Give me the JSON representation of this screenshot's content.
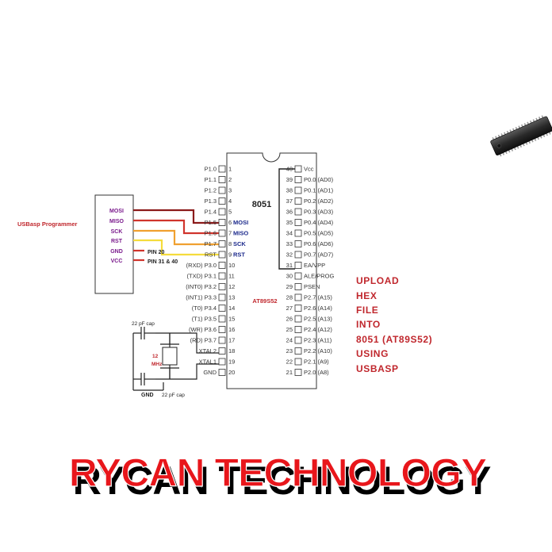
{
  "programmer": {
    "label": "USBasp Programmer",
    "signals": [
      "MOSI",
      "MISO",
      "SCK",
      "RST",
      "GND",
      "VCC"
    ],
    "pin20": "PIN 20",
    "pin31_40": "PIN 31 & 40"
  },
  "chip": {
    "name": "8051",
    "model": "AT89S52",
    "left_pins": [
      {
        "num": "1",
        "label": "P1.0",
        "alt": ""
      },
      {
        "num": "2",
        "label": "P1.1",
        "alt": ""
      },
      {
        "num": "3",
        "label": "P1.2",
        "alt": ""
      },
      {
        "num": "4",
        "label": "P1.3",
        "alt": ""
      },
      {
        "num": "5",
        "label": "P1.4",
        "alt": ""
      },
      {
        "num": "6",
        "label": "P1.5",
        "alt": "MOSI"
      },
      {
        "num": "7",
        "label": "P1.6",
        "alt": "MISO"
      },
      {
        "num": "8",
        "label": "P1.7",
        "alt": "SCK"
      },
      {
        "num": "9",
        "label": "RST",
        "alt": "RST"
      },
      {
        "num": "10",
        "label": "(RXD) P3.0",
        "alt": ""
      },
      {
        "num": "11",
        "label": "(TXD) P3.1",
        "alt": ""
      },
      {
        "num": "12",
        "label": "(INT0) P3.2",
        "alt": ""
      },
      {
        "num": "13",
        "label": "(INT1) P3.3",
        "alt": ""
      },
      {
        "num": "14",
        "label": "(T0) P3.4",
        "alt": ""
      },
      {
        "num": "15",
        "label": "(T1) P3.5",
        "alt": ""
      },
      {
        "num": "16",
        "label": "(WR) P3.6",
        "alt": ""
      },
      {
        "num": "17",
        "label": "(RD) P3.7",
        "alt": ""
      },
      {
        "num": "18",
        "label": "XTAL2",
        "alt": ""
      },
      {
        "num": "19",
        "label": "XTAL1",
        "alt": ""
      },
      {
        "num": "20",
        "label": "GND",
        "alt": ""
      }
    ],
    "right_pins": [
      {
        "num": "40",
        "label": "Vcc"
      },
      {
        "num": "39",
        "label": "P0.0 (AD0)"
      },
      {
        "num": "38",
        "label": "P0.1 (AD1)"
      },
      {
        "num": "37",
        "label": "P0.2 (AD2)"
      },
      {
        "num": "36",
        "label": "P0.3 (AD3)"
      },
      {
        "num": "35",
        "label": "P0.4 (AD4)"
      },
      {
        "num": "34",
        "label": "P0.5 (AD5)"
      },
      {
        "num": "33",
        "label": "P0.6 (AD6)"
      },
      {
        "num": "32",
        "label": "P0.7 (AD7)"
      },
      {
        "num": "31",
        "label": "EA/VPP"
      },
      {
        "num": "30",
        "label": "ALE/PROG"
      },
      {
        "num": "29",
        "label": "PSEN"
      },
      {
        "num": "28",
        "label": "P2.7 (A15)"
      },
      {
        "num": "27",
        "label": "P2.6 (A14)"
      },
      {
        "num": "26",
        "label": "P2.5 (A13)"
      },
      {
        "num": "25",
        "label": "P2.4 (A12)"
      },
      {
        "num": "24",
        "label": "P2.3 (A11)"
      },
      {
        "num": "23",
        "label": "P2.2 (A10)"
      },
      {
        "num": "22",
        "label": "P2.1 (A9)"
      },
      {
        "num": "21",
        "label": "P2.0 (A8)"
      }
    ]
  },
  "crystal": {
    "cap_top": "22 pF cap",
    "freq_value": "12",
    "freq_unit": "MHz",
    "gnd": "GND",
    "cap_bottom": "22 pF cap"
  },
  "message": [
    "UPLOAD",
    "HEX",
    "FILE",
    "INTO",
    "8051 (AT89S52)",
    "USING",
    "USBASP"
  ],
  "brand": "RYCAN TECHNOLOGY",
  "colors": {
    "mosi_wire": "#8b1a1a",
    "miso_wire": "#d0342c",
    "sck_wire": "#f0a030",
    "rst_wire": "#f5dc3c",
    "gnd_vcc_wire": "#d0342c",
    "label_red": "#c0272d",
    "signal_purple": "#7a1a8c",
    "pin_blue": "#1c2a8c"
  }
}
